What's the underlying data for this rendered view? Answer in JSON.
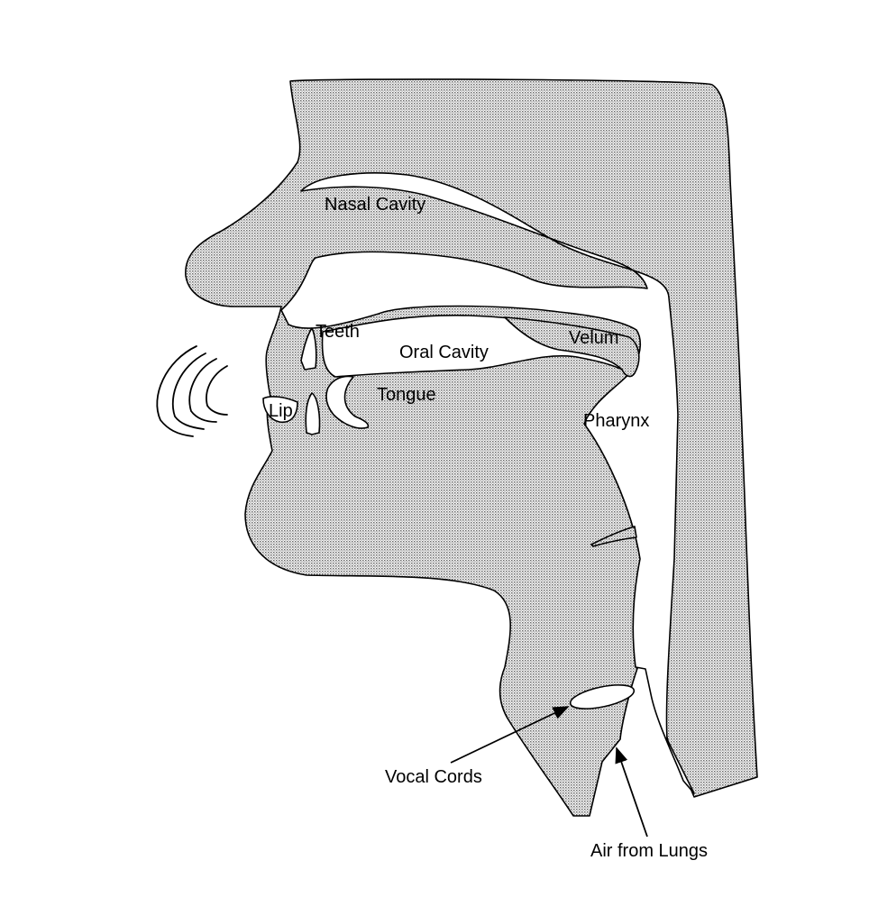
{
  "labels": {
    "nasal_cavity": "Nasal Cavity",
    "teeth": "Teeth",
    "oral_cavity": "Oral Cavity",
    "velum": "Velum",
    "lip": "Lip",
    "tongue": "Tongue",
    "pharynx": "Pharynx",
    "vocal_cords": "Vocal Cords",
    "air_from_lungs": "Air from Lungs"
  },
  "colors": {
    "outline": "#000000",
    "tissue_dot": "#6b6b6b",
    "background": "#ffffff"
  }
}
